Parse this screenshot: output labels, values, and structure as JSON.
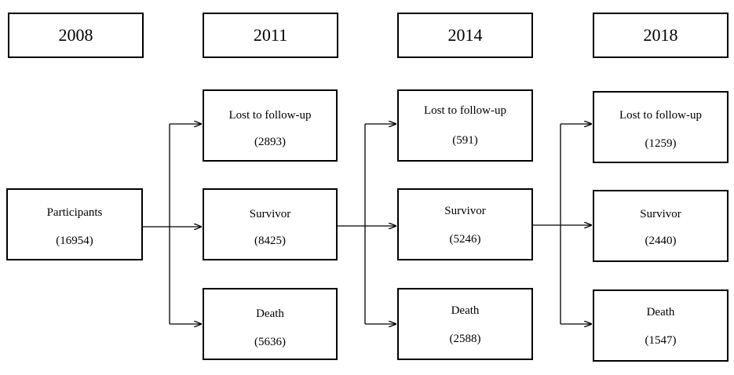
{
  "years": [
    "2008",
    "2011",
    "2014",
    "2018"
  ],
  "participants": {
    "label": "Participants",
    "count": "(16954)"
  },
  "waves": [
    {
      "lost": {
        "label": "Lost to follow-up",
        "count": "(2893)"
      },
      "survivor": {
        "label": "Survivor",
        "count": "(8425)"
      },
      "death": {
        "label": "Death",
        "count": "(5636)"
      }
    },
    {
      "lost": {
        "label": "Lost to follow-up",
        "count": "(591)"
      },
      "survivor": {
        "label": "Survivor",
        "count": "(5246)"
      },
      "death": {
        "label": "Death",
        "count": "(2588)"
      }
    },
    {
      "lost": {
        "label": "Lost to follow-up",
        "count": "(1259)"
      },
      "survivor": {
        "label": "Survivor",
        "count": "(2440)"
      },
      "death": {
        "label": "Death",
        "count": "(1547)"
      }
    }
  ]
}
